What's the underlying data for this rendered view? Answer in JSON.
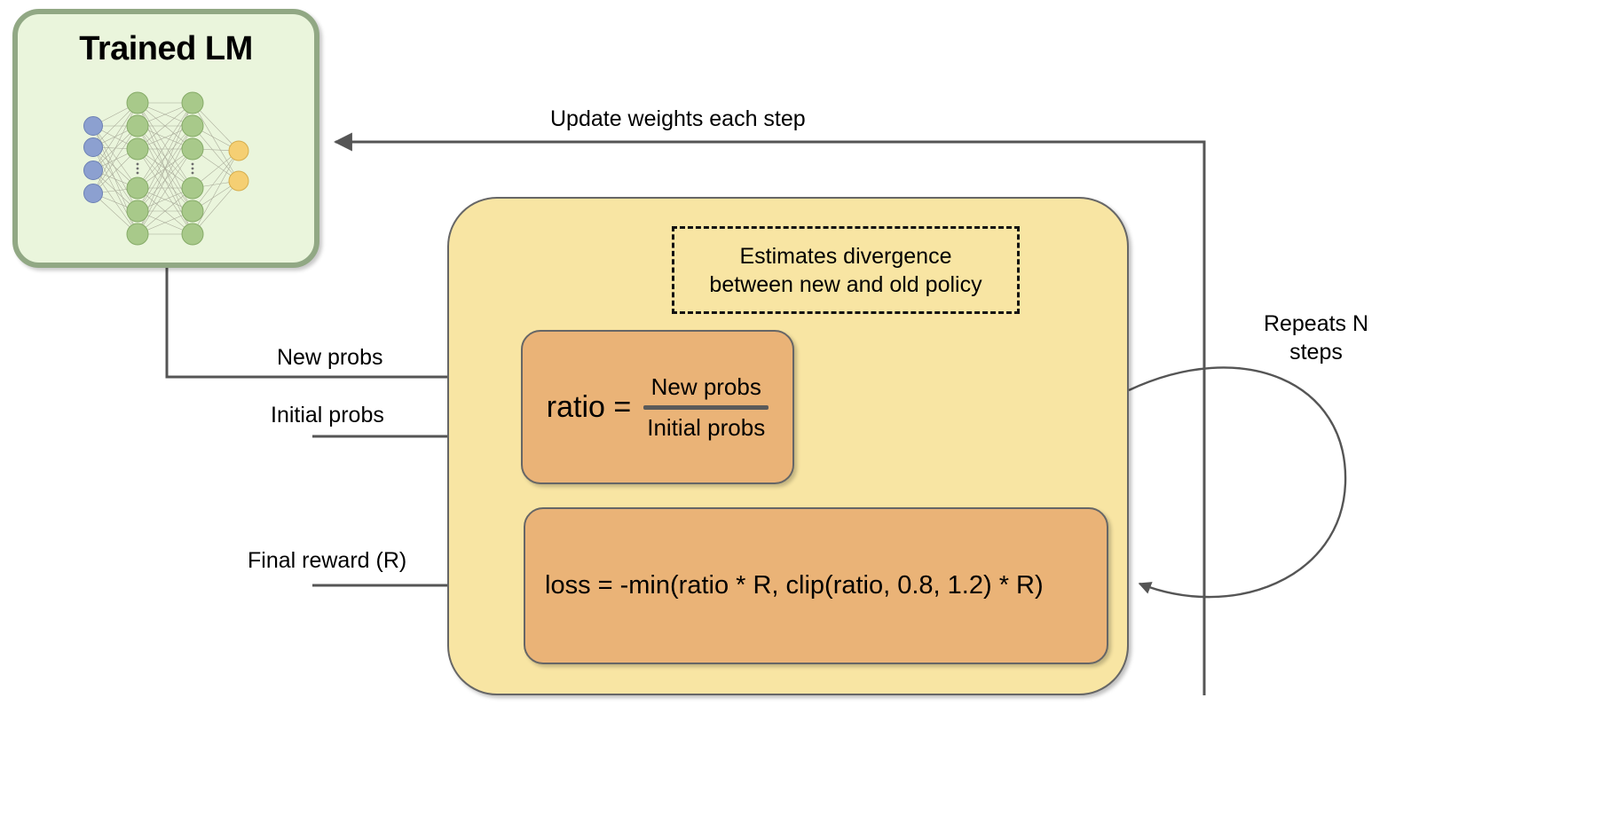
{
  "diagram": {
    "title": "PPO training loop diagram",
    "colors": {
      "lm_card_fill": "#EAF5DC",
      "lm_card_border": "#91A884",
      "ppo_box_fill": "#F8E5A3",
      "ppo_box_border": "#666666",
      "inner_box_fill": "#EAB377",
      "arrow_stroke": "#555555",
      "dashed_border": "#111111",
      "nn_input_node": "#8CA0D0",
      "nn_hidden_node": "#A8C98A",
      "nn_output_node": "#F5CF73",
      "nn_edge": "#9A9A8A"
    }
  },
  "lm_card": {
    "title": "Trained LM",
    "network": {
      "input_nodes": 4,
      "hidden_layer_1_nodes": 6,
      "hidden_layer_2_nodes": 6,
      "output_nodes": 2,
      "ellipsis_between_hidden": true
    }
  },
  "ppo_box": {
    "dashed_note": {
      "line1": "Estimates divergence",
      "line2": "between new and old policy"
    },
    "ratio_box": {
      "lhs": "ratio =",
      "numerator": "New probs",
      "denominator": "Initial probs"
    },
    "loss_box": {
      "equation": "loss = -min(ratio * R, clip(ratio, 0.8, 1.2) * R)"
    }
  },
  "labels": {
    "update_weights": "Update weights each step",
    "new_probs": "New probs",
    "initial_probs": "Initial probs",
    "final_reward": "Final reward (R)",
    "repeats_line1": "Repeats N",
    "repeats_line2": "steps"
  }
}
